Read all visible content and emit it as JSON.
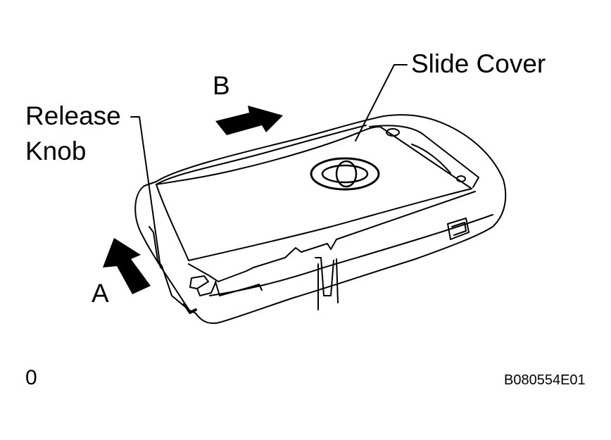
{
  "labels": {
    "slide_cover": "Slide Cover",
    "release": "Release",
    "knob": "Knob",
    "arrow_a": "A",
    "arrow_b": "B",
    "corner_mark": "0",
    "figure_code": "B080554E01"
  },
  "colors": {
    "ink": "#000000",
    "paper": "#ffffff"
  }
}
